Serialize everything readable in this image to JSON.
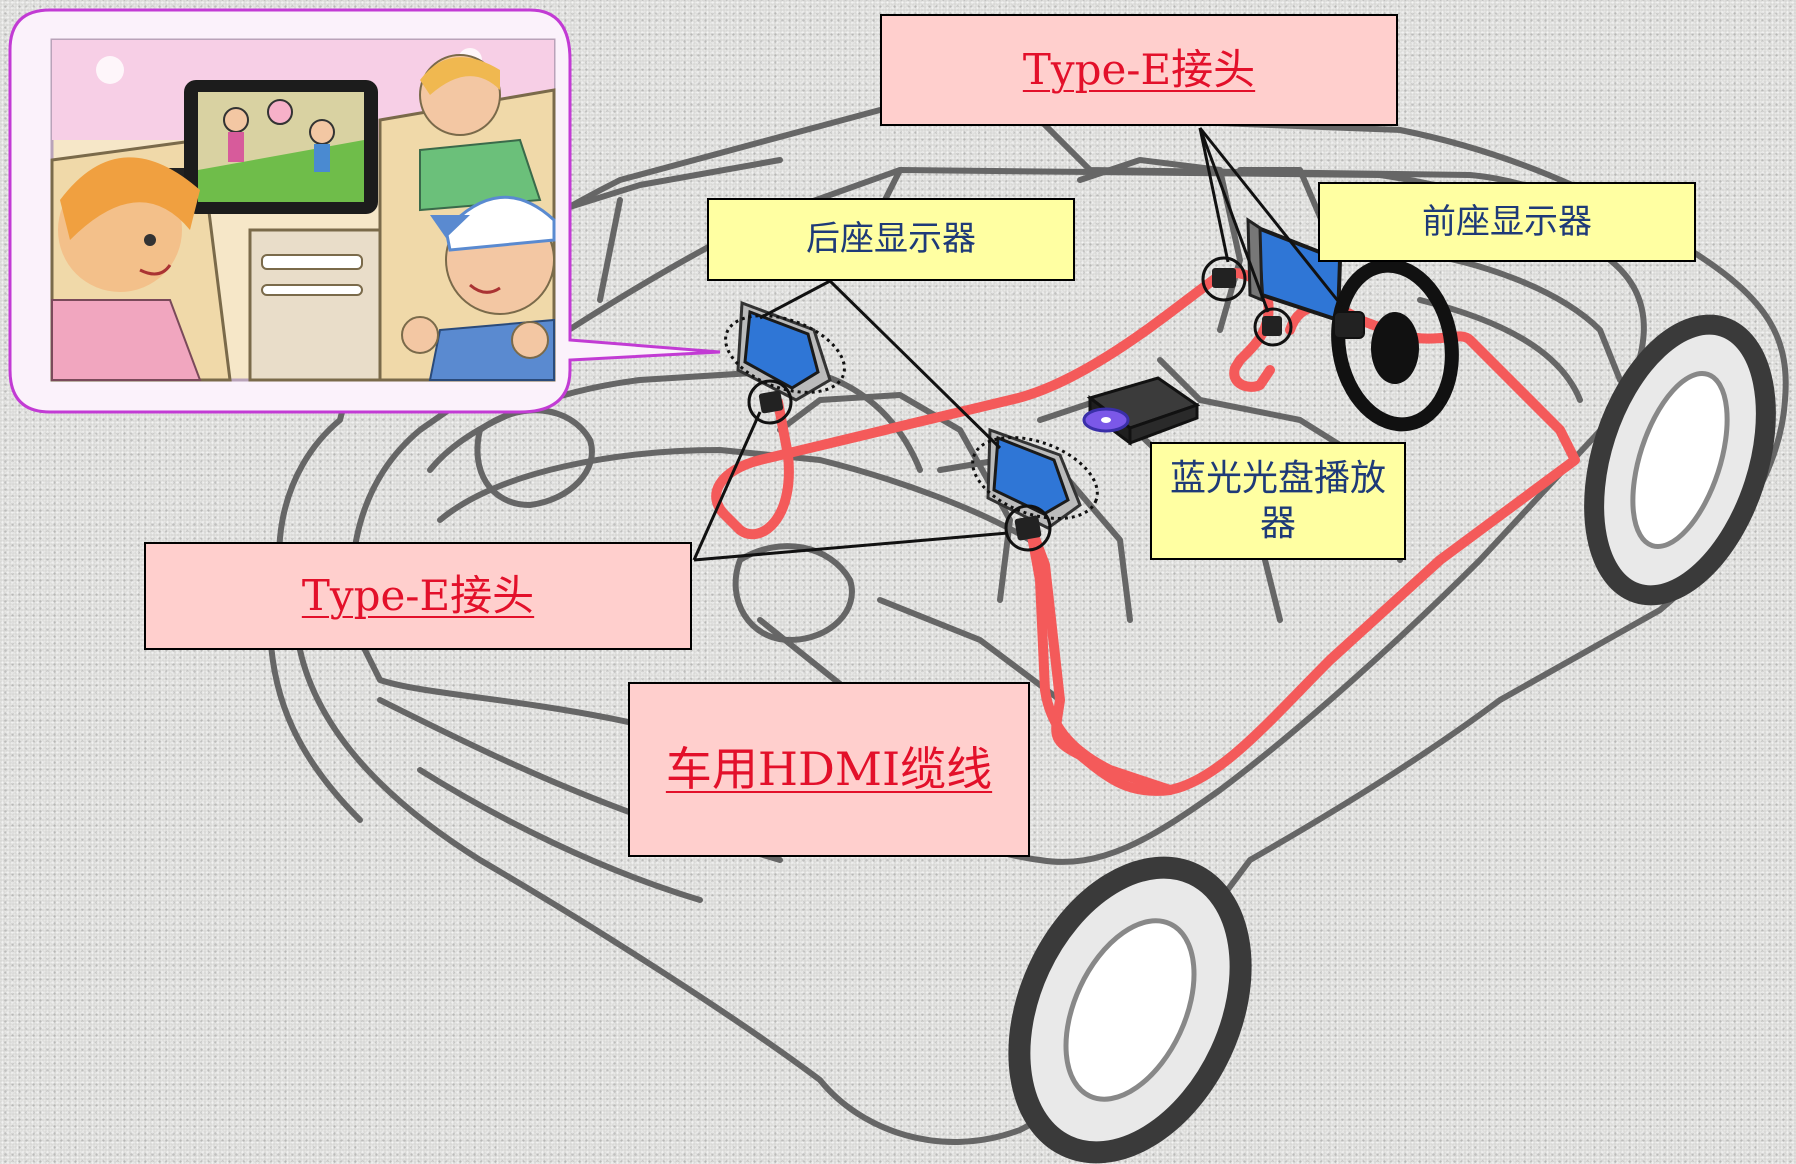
{
  "labels": {
    "type_e_top": "Type-E接头",
    "type_e_left": "Type-E接头",
    "hdmi_cable": "车用HDMI缆线",
    "rear_display": "后座显示器",
    "front_display": "前座显示器",
    "bluray_player": "蓝光光盘播放器"
  },
  "colors": {
    "pink_box": "#ffcfcd",
    "pink_text": "#e3102a",
    "yellow_box": "#ffffa2",
    "yellow_text": "#1e3a78",
    "hdmi_cable_line": "#f45a5a",
    "screen_blue": "#2f76d6",
    "callout_border": "#c23bd4"
  },
  "illustration": {
    "subject": "car interior with rear-seat and front-seat displays connected by HDMI cable",
    "inset": "cartoon of children watching a headrest-mounted screen"
  }
}
